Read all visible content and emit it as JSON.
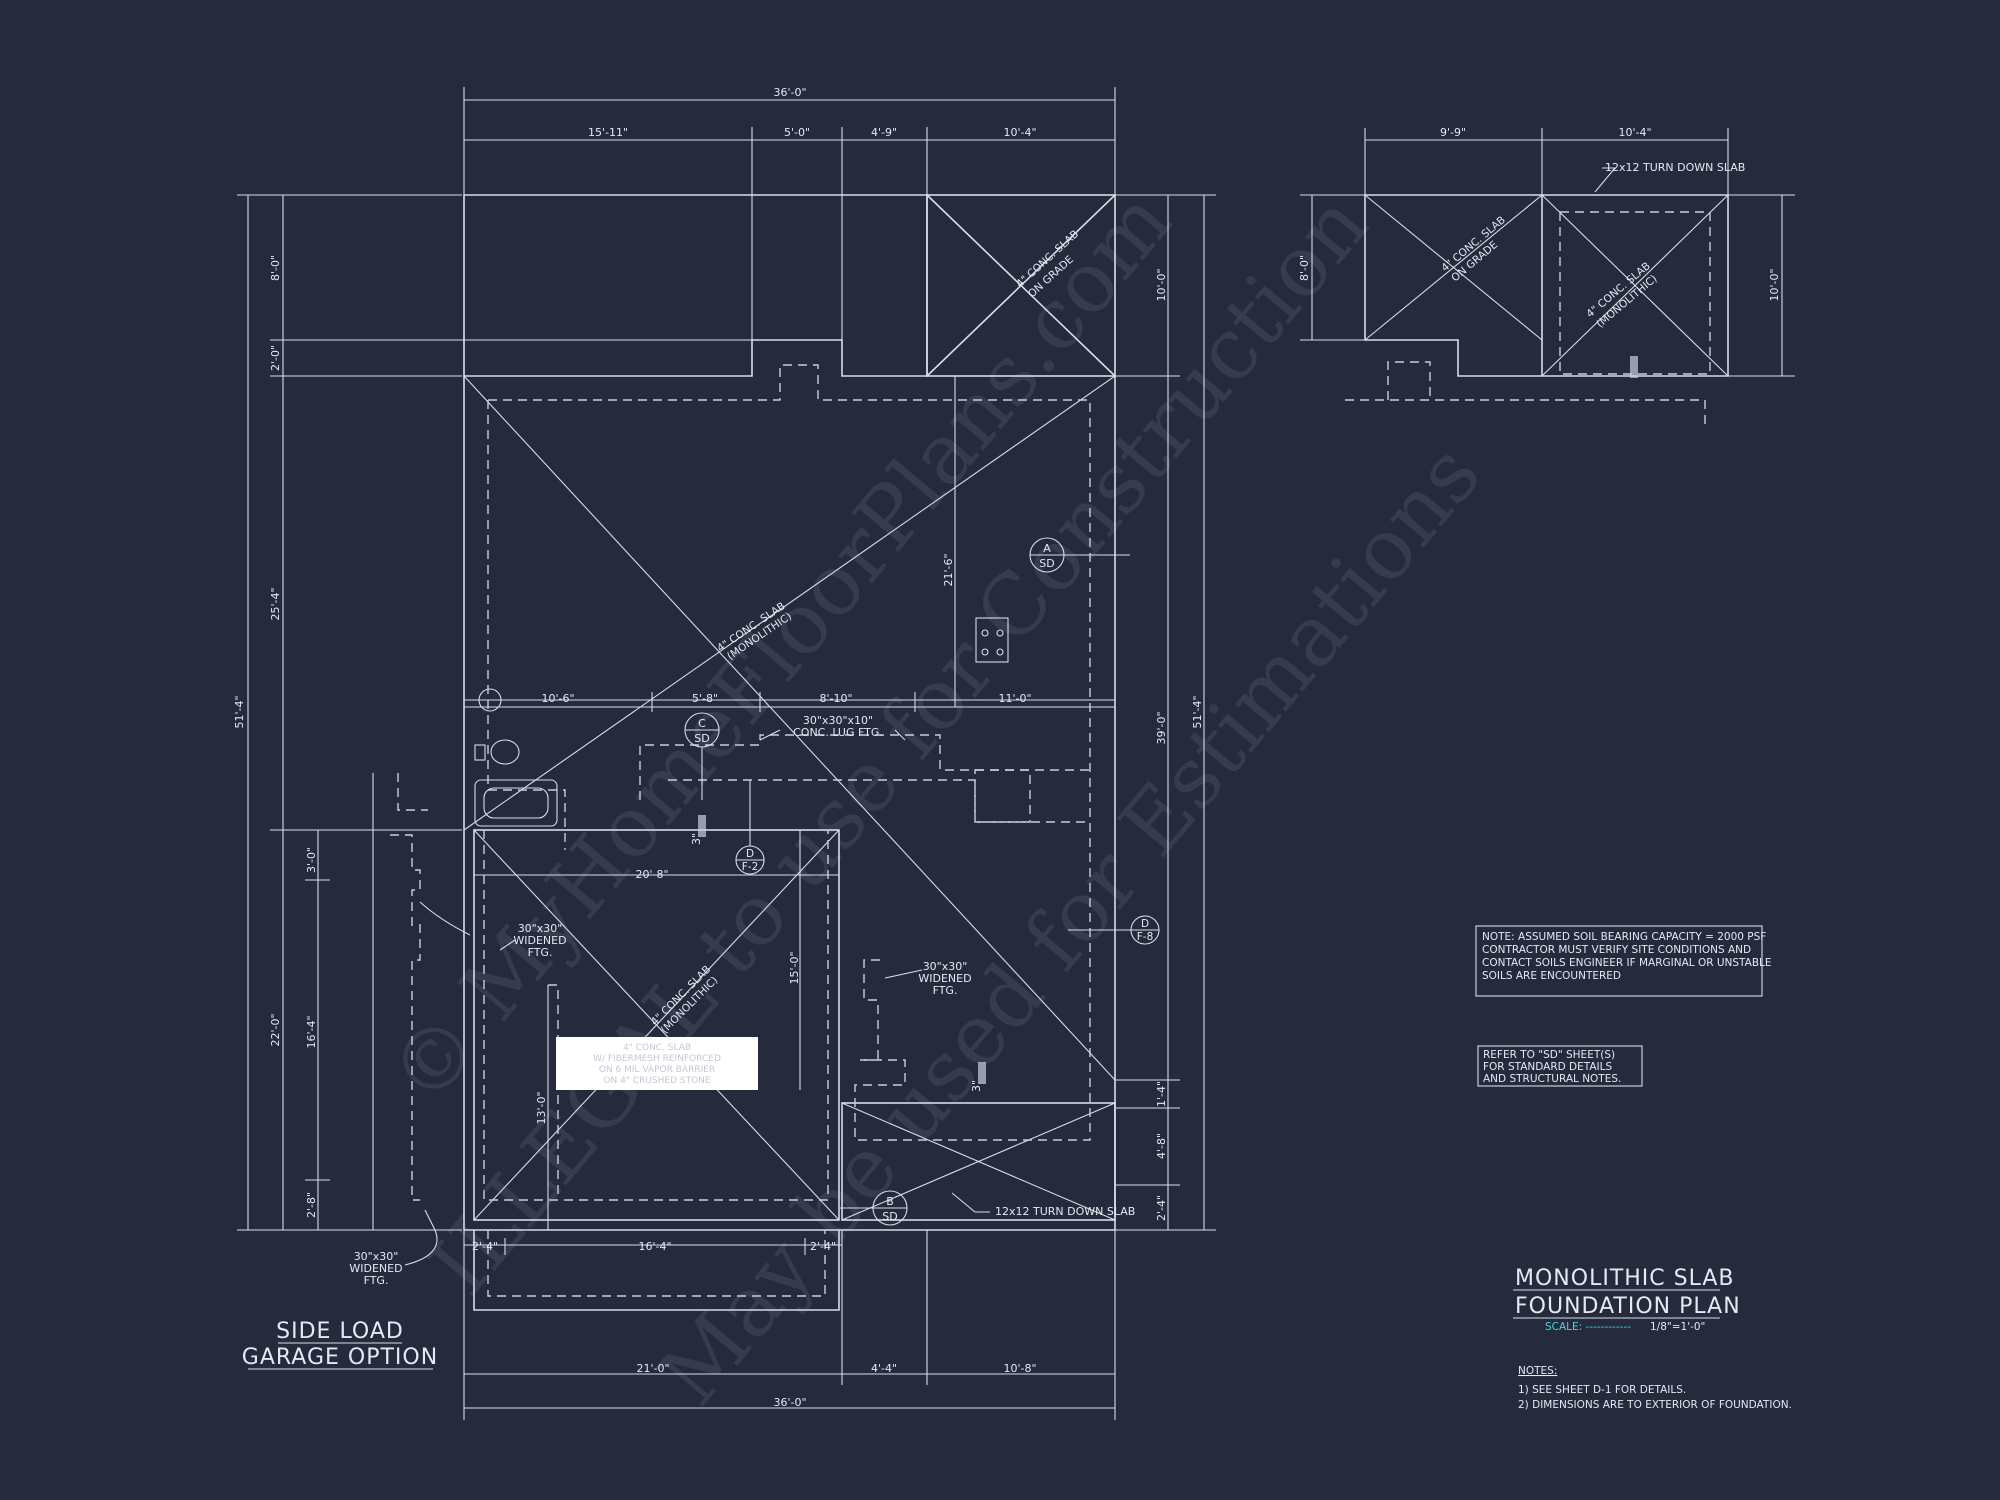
{
  "colors": {
    "background": "#252a3c",
    "lines": "#d9dde8",
    "scale_accent": "#43d8e6"
  },
  "dims_top": {
    "overall": "36'-0\"",
    "seg1": "15'-11\"",
    "seg2": "5'-0\"",
    "seg3": "4'-9\"",
    "seg4": "10'-4\""
  },
  "dims_bottom": {
    "overall": "36'-0\"",
    "seg1": "21'-0\"",
    "seg2": "4'-4\"",
    "seg3": "10'-8\""
  },
  "dims_left": {
    "overall": "51'-4\"",
    "top": "8'-0\"",
    "gap": "2'-0\"",
    "mid": "25'-4\"",
    "bottom": "22'-0\""
  },
  "dims_right": {
    "overall": "51'-4\"",
    "top": "10'-0\"",
    "main": "39'-0\"",
    "a": "1'-4\"",
    "b": "4'-8\"",
    "c": "2'-4\""
  },
  "dims_interior": {
    "d1": "10'-6\"",
    "d2": "5'-8\"",
    "d3": "8'-10\"",
    "d4": "11'-0\"",
    "v1": "21'-6\"",
    "g_width": "20'-8\"",
    "g_depth": "15'-0\"",
    "g_13": "13'-0\"",
    "p3a": "3'-0\"",
    "p16": "16'-4\"",
    "p2": "2'-8\"",
    "gb1": "2'-4\"",
    "gb2": "16'-4\"",
    "gb3": "2'-4\""
  },
  "detail": {
    "w1": "9'-9\"",
    "w2": "10'-4\"",
    "h_left": "8'-0\"",
    "h_right": "10'-0\"",
    "callout": "12x12 TURN DOWN SLAB"
  },
  "labels": {
    "slab_grade_1": "4\" CONC. SLAB",
    "slab_grade_2": "ON GRADE",
    "slab_mono_1": "4\" CONC. SLAB",
    "slab_mono_2": "(MONOLITHIC)",
    "lug_1": "30\"x30\"x10\"",
    "lug_2": "CONC. LUG FTG.",
    "widened_1": "30\"x30\"",
    "widened_2": "WIDENED",
    "widened_3": "FTG.",
    "turn_down": "12x12 TURN DOWN SLAB",
    "three_in": "3\""
  },
  "garage_slab_note": [
    "4\" CONC. SLAB",
    "W/ FIBERMESH REINFORCED",
    "ON 6 MIL VAPOR BARRIER",
    "ON 4\" CRUSHED STONE"
  ],
  "markers": [
    {
      "top": "A",
      "bottom": "SD"
    },
    {
      "top": "C",
      "bottom": "SD"
    },
    {
      "top": "D",
      "bottom": "F-2"
    },
    {
      "top": "D",
      "bottom": "F-8"
    },
    {
      "top": "B",
      "bottom": "SD"
    }
  ],
  "notes": {
    "soil": [
      "NOTE: ASSUMED SOIL BEARING CAPACITY = 2000 PSF",
      "CONTRACTOR MUST VERIFY SITE CONDITIONS AND",
      "CONTACT SOILS ENGINEER IF MARGINAL OR UNSTABLE",
      "SOILS ARE ENCOUNTERED"
    ],
    "refer": [
      "REFER TO \"SD\" SHEET(S)",
      "FOR STANDARD DETAILS",
      "AND STRUCTURAL NOTES."
    ],
    "heading": "NOTES:",
    "items": [
      "1)  SEE SHEET D-1 FOR DETAILS.",
      "2)  DIMENSIONS ARE TO EXTERIOR OF FOUNDATION."
    ]
  },
  "title": {
    "line1": "MONOLITHIC SLAB",
    "line2": "FOUNDATION PLAN",
    "scale_label": "SCALE: ------------",
    "scale_value": "1/8\"=1'-0\""
  },
  "side_load": {
    "line1": "SIDE LOAD",
    "line2": "GARAGE OPTION"
  },
  "watermark": [
    "© MyHomeFloorPlans.com",
    "ILLEGAL to use for Construction",
    "May be used for Estimations"
  ]
}
